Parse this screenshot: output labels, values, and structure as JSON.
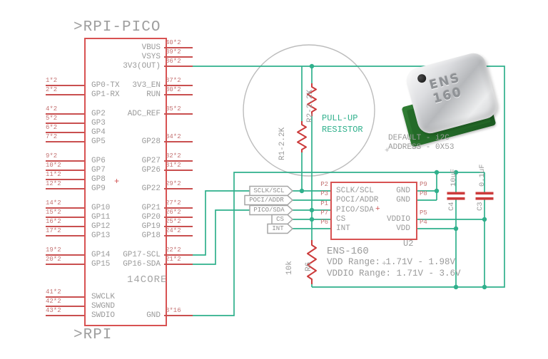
{
  "schematic": {
    "pico_title": ">RPI-PICO",
    "rpi_label": ">RPI",
    "core_label": "14CORE",
    "pico_left_pins": [
      {
        "num": "1*2",
        "label": "GP0-TX"
      },
      {
        "num": "2*2",
        "label": "GP1-RX"
      },
      {
        "num": "4*2",
        "label": "GP2"
      },
      {
        "num": "5*2",
        "label": "GP3"
      },
      {
        "num": "6*2",
        "label": "GP4"
      },
      {
        "num": "7*2",
        "label": "GP5"
      },
      {
        "num": "9*2",
        "label": "GP6"
      },
      {
        "num": "10*2",
        "label": "GP7"
      },
      {
        "num": "11*2",
        "label": "GP8"
      },
      {
        "num": "12*2",
        "label": "GP9"
      },
      {
        "num": "14*2",
        "label": "GP10"
      },
      {
        "num": "15*2",
        "label": "GP11"
      },
      {
        "num": "16*2",
        "label": "GP12"
      },
      {
        "num": "17*2",
        "label": "GP13"
      },
      {
        "num": "19*2",
        "label": "GP14"
      },
      {
        "num": "20*2",
        "label": "GP15"
      },
      {
        "num": "41*2",
        "label": "SWCLK"
      },
      {
        "num": "42*2",
        "label": "SWGND"
      },
      {
        "num": "43*2",
        "label": "SWDIO"
      }
    ],
    "pico_right_pins": [
      {
        "num": "40*2",
        "label": "VBUS"
      },
      {
        "num": "39*2",
        "label": "VSYS"
      },
      {
        "num": "36*2",
        "label": "3V3(OUT)"
      },
      {
        "num": "37*2",
        "label": "3V3_EN"
      },
      {
        "num": "30*2",
        "label": "RUN"
      },
      {
        "num": "35*2",
        "label": "ADC_REF"
      },
      {
        "num": "34*2",
        "label": "GP28"
      },
      {
        "num": "32*2",
        "label": "GP27"
      },
      {
        "num": "31*2",
        "label": "GP26"
      },
      {
        "num": "29*2",
        "label": "GP22"
      },
      {
        "num": "27*2",
        "label": "GP21"
      },
      {
        "num": "26*2",
        "label": "GP20"
      },
      {
        "num": "25*2",
        "label": "GP19"
      },
      {
        "num": "24*2",
        "label": "GP18"
      },
      {
        "num": "22*2",
        "label": "GP17-SCL"
      },
      {
        "num": "21*2",
        "label": "GP16-SDA"
      },
      {
        "num": "3*16",
        "label": "GND"
      }
    ],
    "ens_left_pins": [
      {
        "num": "P2",
        "label": "SCLK/SCL"
      },
      {
        "num": "P3",
        "label": "POCI/ADDR"
      },
      {
        "num": "P1",
        "label": "PICO/SDA"
      },
      {
        "num": "P7",
        "label": "CS"
      },
      {
        "num": "P6",
        "label": "INT"
      }
    ],
    "ens_right_pins": [
      {
        "num": "P9",
        "label": "GND"
      },
      {
        "num": "P8",
        "label": "GND"
      },
      {
        "num": "P5",
        "label": "VDDIO"
      },
      {
        "num": "P4",
        "label": "VDD"
      }
    ],
    "ens_refdes": "U2",
    "net_flags": [
      "SCLK/SCL",
      "POCI/ADDR",
      "PICO/SDA",
      "CS",
      "INT"
    ],
    "pullup_note_line1": "PULL-UP",
    "pullup_note_line2": "RESISTOR",
    "r1_label": "R1-2.2K",
    "r2_label": "R2-2.2K",
    "r6_value": "10k",
    "r6_ref": "R6",
    "c4_ref": "C4",
    "c4_value": "10uF",
    "c3_ref": "C3",
    "c3_value": "0.1uF",
    "notes": {
      "part": "ENS-160",
      "vdd_range": "VDD Range: 1.71V - 1.98V",
      "vddio_range": "VDDIO Range: 1.71V - 3.6V"
    },
    "chip_photo": {
      "line1": "ENS",
      "line2": "160"
    },
    "i2c_note_line1": "DEFAULT - i2C",
    "i2c_note_line2": "ADDRESS - 0X53",
    "plus_marker": "+"
  },
  "colors": {
    "wire": "#2fb08c",
    "component_red": "#d05050",
    "text_gray": "#9a9a9a"
  }
}
